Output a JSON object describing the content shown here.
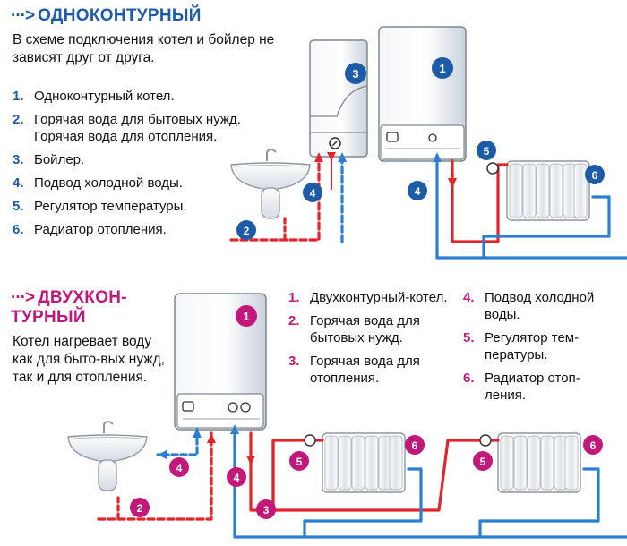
{
  "colors": {
    "blue_accent": "#1f5ca8",
    "magenta_accent": "#c2187a",
    "hot_pipe": "#e0252b",
    "cold_pipe": "#2a7fd4",
    "badge_blue": "#1d5aa8",
    "badge_magenta": "#c2187a"
  },
  "section_single": {
    "arrow": "···>",
    "title": "ОДНОКОНТУРНЫЙ",
    "description": "В схеме подключения котел и бойлер не зависят друг от друга.",
    "legend": [
      {
        "num": "1.",
        "text": "Одноконтурный котел."
      },
      {
        "num": "2.",
        "text": "Горячая вода для бытовых нужд. Горячая вода для отопления."
      },
      {
        "num": "3.",
        "text": "Бойлер."
      },
      {
        "num": "4.",
        "text": "Подвод холодной воды."
      },
      {
        "num": "5.",
        "text": "Регулятор температуры."
      },
      {
        "num": "6.",
        "text": "Радиатор отопления."
      }
    ],
    "badges": {
      "boiler": "1",
      "tank": "3",
      "hot": "2",
      "cold_sink": "4",
      "cold_boiler": "4",
      "regulator": "5",
      "radiator": "6"
    }
  },
  "section_double": {
    "arrow": "···>",
    "title_line1": "ДВУХКОН-",
    "title_line2": "ТУРНЫЙ",
    "description": "Котел нагревает воду как для быто-вых нужд, так и для отопления.",
    "legend_col1": [
      {
        "num": "1.",
        "text": "Двухконтурный-котел."
      },
      {
        "num": "2.",
        "text": "Горячая вода для бытовых нужд."
      },
      {
        "num": "3.",
        "text": "Горячая вода для отопления."
      }
    ],
    "legend_col2": [
      {
        "num": "4.",
        "text": "Подвод холодной воды."
      },
      {
        "num": "5.",
        "text": "Регулятор тем-пературы."
      },
      {
        "num": "6.",
        "text": "Радиатор отоп-ления."
      }
    ],
    "badges": {
      "boiler": "1",
      "hot": "2",
      "heating": "3",
      "cold_left": "4",
      "cold_right": "4",
      "regulator_1": "5",
      "regulator_2": "5",
      "radiator_1": "6",
      "radiator_2": "6"
    }
  }
}
